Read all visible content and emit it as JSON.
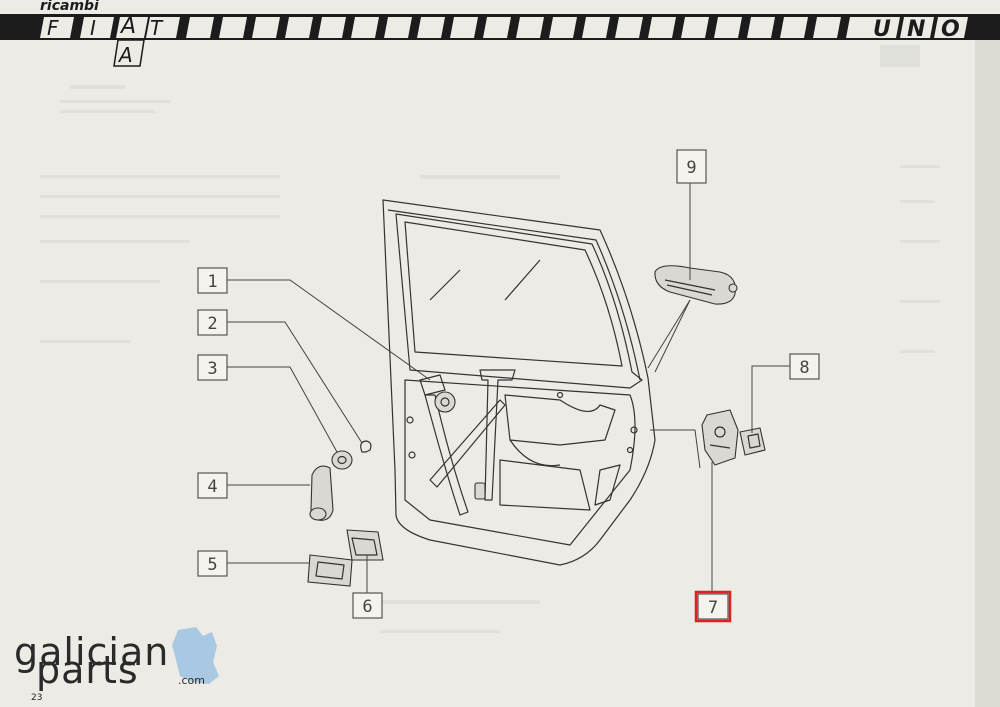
{
  "header": {
    "catalog_label": "ricambi",
    "brand_letters": [
      "F",
      "I",
      "A",
      "T"
    ],
    "brand_sub_letter": "A",
    "model_letters": [
      "U",
      "N",
      "O"
    ]
  },
  "callouts": [
    {
      "id": "1",
      "highlighted": false
    },
    {
      "id": "2",
      "highlighted": false
    },
    {
      "id": "3",
      "highlighted": false
    },
    {
      "id": "4",
      "highlighted": false
    },
    {
      "id": "5",
      "highlighted": false
    },
    {
      "id": "6",
      "highlighted": false
    },
    {
      "id": "7",
      "highlighted": true
    },
    {
      "id": "8",
      "highlighted": false
    },
    {
      "id": "9",
      "highlighted": false
    }
  ],
  "watermark": {
    "line1": "galician",
    "line2": "parts",
    "suffix": ".com"
  },
  "page_number": "23",
  "colors": {
    "header_bar": "#1c1c1c",
    "highlight": "#e02020",
    "logo_map": "#a9c8e4"
  }
}
